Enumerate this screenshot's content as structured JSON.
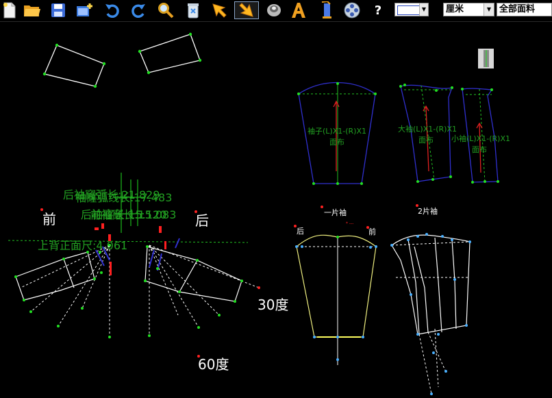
{
  "toolbar": {
    "buttons": [
      {
        "name": "new-file-button",
        "icon": "new-file-icon"
      },
      {
        "name": "open-file-button",
        "icon": "folder-icon"
      },
      {
        "name": "save-button",
        "icon": "floppy-icon"
      },
      {
        "name": "add-piece-button",
        "icon": "add-icon"
      },
      {
        "name": "undo-button",
        "icon": "undo-icon"
      },
      {
        "name": "redo-button",
        "icon": "redo-icon"
      },
      {
        "name": "zoom-button",
        "icon": "magnifier-icon"
      },
      {
        "name": "delete-button",
        "icon": "trash-icon"
      },
      {
        "name": "select-button",
        "icon": "arrow-icon"
      },
      {
        "name": "pick-point-button",
        "icon": "pointer-icon"
      },
      {
        "name": "rotate-button",
        "icon": "rotate-icon"
      },
      {
        "name": "text-button",
        "icon": "text-a-icon"
      },
      {
        "name": "measure-button",
        "icon": "measure-icon"
      },
      {
        "name": "reel-button",
        "icon": "reel-icon"
      }
    ],
    "help_label": "?",
    "unit_select": "厘米",
    "fabric_select": "全部面料",
    "line_color": "#2a48c0"
  },
  "canvas": {
    "piece_labels": {
      "sleeve": [
        "袖子(L)X1-(R)X1",
        "面布"
      ],
      "big_sleeve": [
        "大袖(L)X1-(R)X1",
        "面布"
      ],
      "small_sleeve": [
        "小袖(L)X1-(R)X1",
        "面布"
      ]
    },
    "overlapping_labels": {
      "row1_a": "后袖窿弧长:21.829",
      "row1_b": "袖窿弧线长:17.483",
      "row2_a": "后袖窿长:15.120",
      "row2_b": "前袖窿长:15.083",
      "row3": "上背正面尺:4.061"
    },
    "labels": {
      "front": "前",
      "back": "后",
      "deg30": "30度",
      "deg60": "60度",
      "one_piece": "一片袖",
      "two_piece": "2片袖",
      "back_small": "后",
      "front_small": "前"
    },
    "colors": {
      "point": "#22e022",
      "marker": "#ff2020",
      "annotation": "#22a022",
      "outline_blue": "#3030d0",
      "outline_yellow": "#f0f080"
    }
  }
}
